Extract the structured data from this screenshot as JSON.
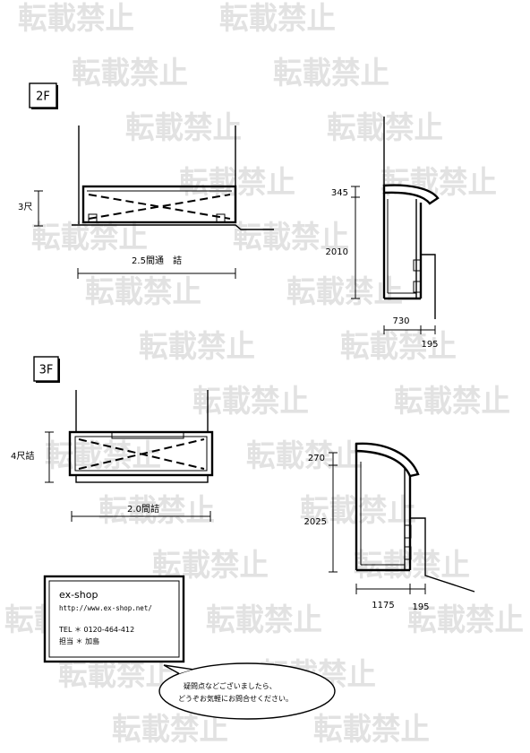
{
  "watermark": "転載禁止",
  "colors": {
    "ink": "#000000",
    "watermark": "#e2e2e2",
    "background": "#ffffff"
  },
  "floor_2f": {
    "label": "2F",
    "front_view": {
      "height": "3尺",
      "width": "2.5間通　詰"
    },
    "side_view": {
      "top_height": "345",
      "body_height": "2010",
      "depth": "730",
      "offset": "195"
    }
  },
  "floor_3f": {
    "label": "3F",
    "front_view": {
      "height": "4尺詰",
      "width": "2.0間詰"
    },
    "side_view": {
      "top_height": "270",
      "body_height": "2025",
      "depth": "1175",
      "offset": "195"
    }
  },
  "contact": {
    "name": "ex-shop",
    "url": "http://www.ex-shop.net/",
    "tel": "TEL ＊ 0120-464-412",
    "staff": "担当 ＊ 加島"
  },
  "bubble": {
    "line1": "疑問点などございましたら、",
    "line2": "どうぞお気軽にお問合せください。"
  }
}
